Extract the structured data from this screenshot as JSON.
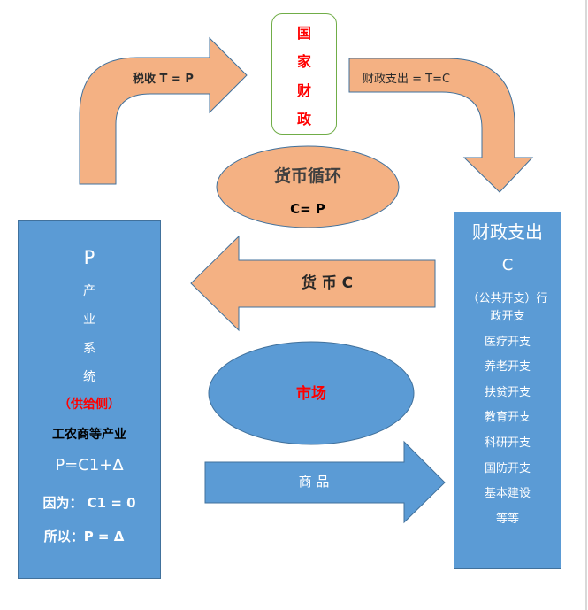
{
  "colors": {
    "orange_fill": "#f4b183",
    "blue_fill": "#5b9bd5",
    "shape_border": "#41719c",
    "gov_border": "#70ad47",
    "highlight_red": "#ff0000",
    "text_white": "#ffffff",
    "text_dark": "#262626"
  },
  "tax_arrow": {
    "label": "税收 T = P"
  },
  "gov_finance_box": {
    "chars": [
      "国",
      "家",
      "财",
      "政"
    ]
  },
  "spending_arrow": {
    "label": "财政支出 = T=C"
  },
  "money_circulation": {
    "title": "货币循环",
    "formula": "C= P"
  },
  "money_arrow": {
    "label": "货 币 C"
  },
  "market": {
    "label": "市场"
  },
  "goods_arrow": {
    "label": "商 品"
  },
  "industry_panel": {
    "symbol": "P",
    "vertical_chars": [
      "产",
      "业",
      "系",
      "统"
    ],
    "side_label": "（供给侧）",
    "industries": "工农商等产业",
    "equation": "P=C1+Δ",
    "because": "因为：  C1 = 0",
    "therefore": "所以：P = Δ"
  },
  "spending_panel": {
    "title": "财政支出",
    "symbol": "C",
    "items": [
      "（公共开支）行",
      "政开支",
      "医疗开支",
      "养老开支",
      "扶贫开支",
      "教育开支",
      "科研开支",
      "国防开支",
      "基本建设",
      "等等"
    ]
  }
}
